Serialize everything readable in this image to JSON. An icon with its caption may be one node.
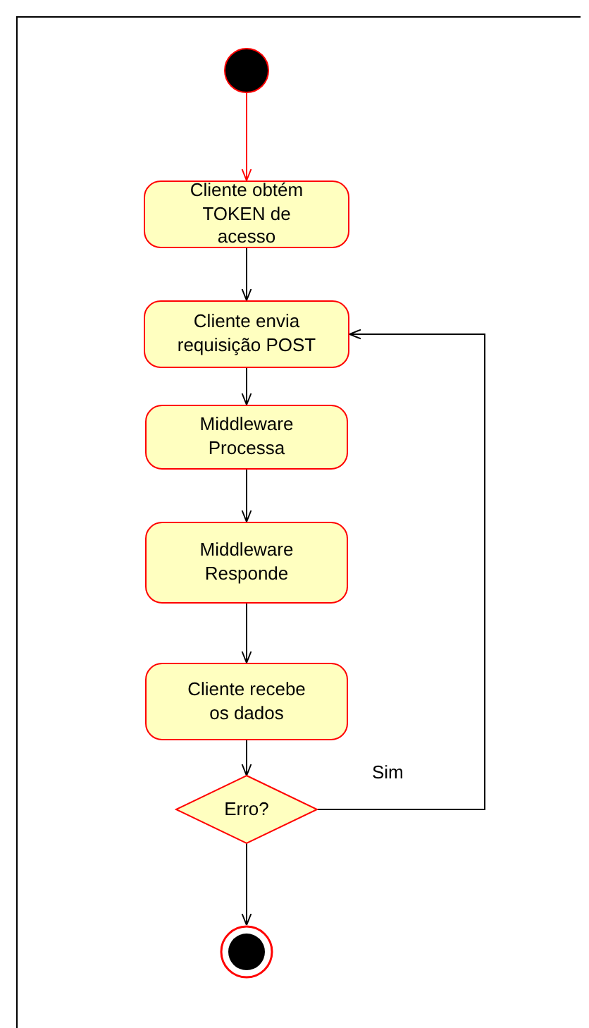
{
  "diagram": {
    "nodes": [
      {
        "text": [],
        "shape": "circle"
      },
      {
        "text": [
          "Cliente obtém TOKEN de acesso"
        ]
      },
      {
        "text": [
          "Cliente envia requisição POST"
        ]
      },
      {
        "text": [
          "Middleware Processa"
        ]
      },
      {
        "text": [
          "Middleware Responde"
        ]
      },
      {
        "text": [
          "Cliente recebe os dados"
        ]
      },
      {
        "text": [
          "Erro?"
        ]
      },
      {
        "text": [],
        "shape": "circle"
      }
    ],
    "edges": [
      {
        "from": 0,
        "to": 1,
        "arrow": "to",
        "color": "#ff0000"
      },
      {
        "from": 1,
        "to": 2,
        "arrow": "to"
      },
      {
        "from": 2,
        "to": 3,
        "arrow": "to"
      },
      {
        "from": 3,
        "to": 4,
        "arrow": "to"
      },
      {
        "from": 4,
        "to": 5,
        "arrow": "to"
      },
      {
        "from": 5,
        "to": 6,
        "arrow": "to"
      },
      {
        "from": 6,
        "to": 2,
        "arrow": "to",
        "label": "Sim"
      },
      {
        "from": 6,
        "to": 7,
        "arrow": "to"
      }
    ]
  }
}
